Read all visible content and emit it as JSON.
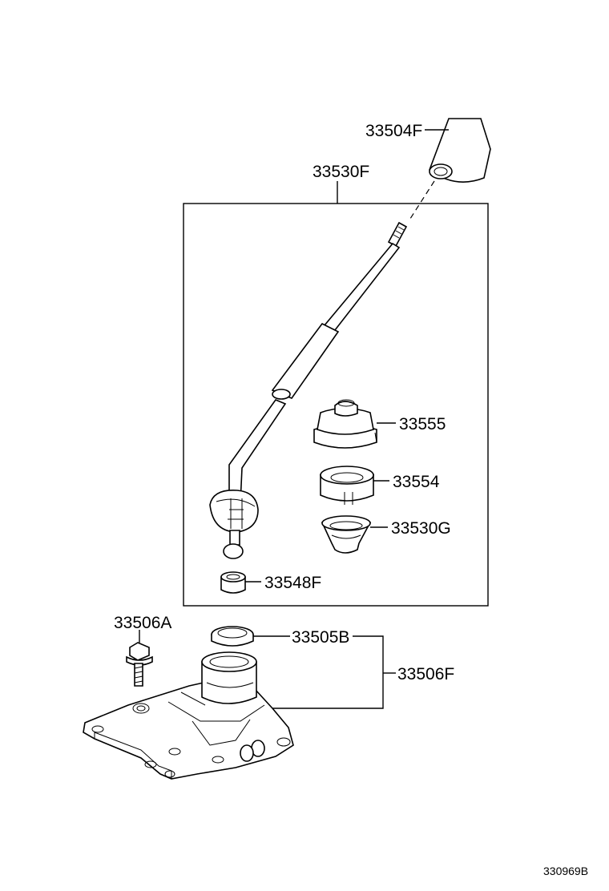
{
  "labels": {
    "knob": "33504F",
    "lever_assy": "33530F",
    "seat_upper": "33555",
    "seat_ring": "33554",
    "boot": "33530G",
    "bushing": "33548F",
    "bolt": "33506A",
    "retainer_cap": "33505B",
    "housing": "33506F"
  },
  "reference": "330969B"
}
